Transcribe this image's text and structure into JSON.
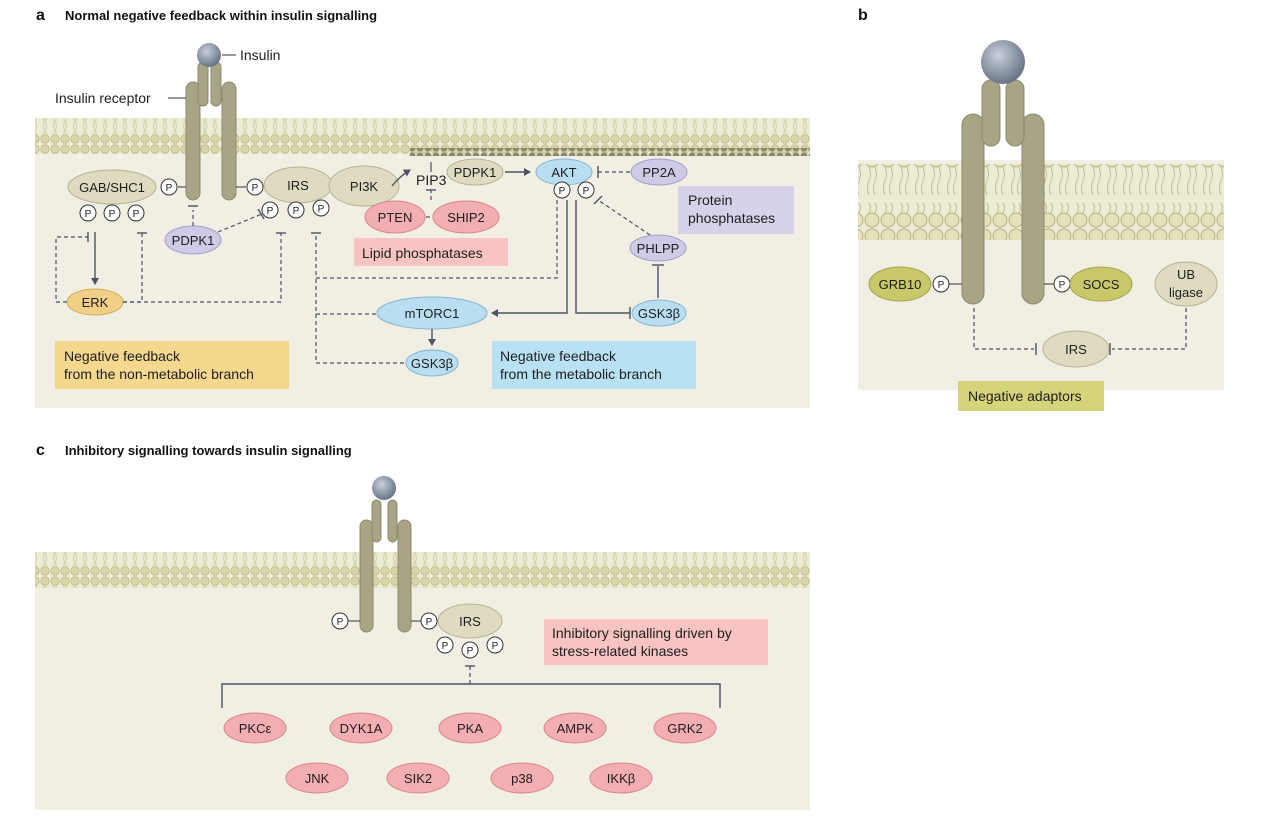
{
  "panel_a": {
    "letter": "a",
    "title": "Normal negative feedback within insulin signalling",
    "insulin": "Insulin",
    "receptor": "Insulin receptor",
    "gab": "GAB/SHC1",
    "irs": "IRS",
    "pi3k": "PI3K",
    "pip3": "PIP3",
    "pdpk1_top": "PDPK1",
    "akt": "AKT",
    "pp2a": "PP2A",
    "pdpk1_low": "PDPK1",
    "pten": "PTEN",
    "ship2": "SHIP2",
    "lipid_phosphatases": "Lipid phosphatases",
    "protein_phosphatases_1": "Protein",
    "protein_phosphatases_2": "phosphatases",
    "phlpp": "PHLPP",
    "erk": "ERK",
    "mtorc1": "mTORC1",
    "gsk3b_right": "GSK3β",
    "gsk3b_low": "GSK3β",
    "nonmetabolic_1": "Negative feedback",
    "nonmetabolic_2": "from the non-metabolic branch",
    "metabolic_1": "Negative feedback",
    "metabolic_2": "from the metabolic branch",
    "p": "P"
  },
  "panel_b": {
    "letter": "b",
    "grb10": "GRB10",
    "socs": "SOCS",
    "ub_1": "UB",
    "ub_2": "ligase",
    "irs": "IRS",
    "negative_adaptors": "Negative adaptors"
  },
  "panel_c": {
    "letter": "c",
    "title": "Inhibitory signalling towards insulin signalling",
    "irs": "IRS",
    "stress_1": "Inhibitory signalling driven by",
    "stress_2": "stress-related kinases",
    "kinases_row1": [
      "PKCε",
      "DYK1A",
      "PKA",
      "AMPK",
      "GRK2"
    ],
    "kinases_row2": [
      "JNK",
      "SIK2",
      "p38",
      "IKKβ"
    ]
  },
  "colors": {
    "cell_bg": "#f1efe3",
    "membrane": "#d7d3a8",
    "receptor": "#a7a585",
    "insulin": "#8e98a8",
    "oval_tan": "#dedbc0",
    "oval_purple": "#cfcbe6",
    "oval_blue": "#b9def2",
    "oval_pink": "#f2aeb3",
    "oval_orange": "#f2cf86",
    "oval_green": "#c8c86a",
    "box_yellow": "#f5d78e",
    "box_blue": "#b8e1f4",
    "box_pink": "#f7c3c3",
    "box_purple": "#d7d2ea",
    "box_green": "#d6d47a"
  }
}
